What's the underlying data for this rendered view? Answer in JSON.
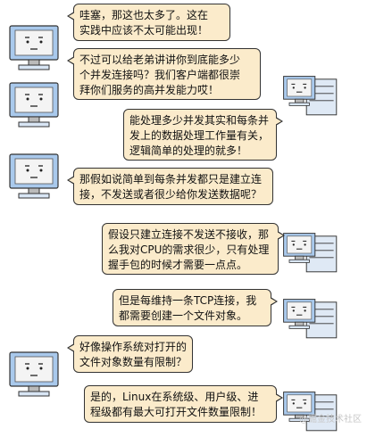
{
  "colors": {
    "bubble_fill": "#fbebcb",
    "monitor_frame": "#a9c9ec",
    "server_fill": "#dfe9f5"
  },
  "messages": [
    {
      "speaker": "client",
      "text": "哇塞，那这也太多了。这在\n实践中应该不太可能出现！"
    },
    {
      "speaker": "client",
      "text": "不过可以给老弟讲讲你到底能多少\n个并发连接吗？我们客户端都很崇\n拜你们服务的高并发能力哎！"
    },
    {
      "speaker": "server",
      "text": "能处理多少并发其实和每条并\n发上的数据处理工作量有关，\n逻辑简单的处理的就多！"
    },
    {
      "speaker": "client",
      "text": "那假如说简单到每条并发都只是建立连\n接，不发送或者很少给你发送数据呢？"
    },
    {
      "speaker": "server",
      "text": "假设只建立连接不发送不接收，那\n么我对CPU的需求很少，只有处理\n握手包的时候才需要一点点。"
    },
    {
      "speaker": "server",
      "text": "但是每维持一条TCP连接，我\n都需要创建一个文件对象。"
    },
    {
      "speaker": "client",
      "text": "好像操作系统对打开的\n文件对象数量有限制？"
    },
    {
      "speaker": "server",
      "text": "是的，Linux在系统级、用户级、进\n程级都有最大可打开文件数量限制！"
    }
  ],
  "avatars": [
    {
      "kind": "monitor-icon"
    },
    {
      "kind": "monitor-icon"
    },
    {
      "kind": "server-icon"
    },
    {
      "kind": "monitor-icon"
    },
    {
      "kind": "server-icon"
    },
    {
      "kind": "server-icon"
    },
    {
      "kind": "monitor-icon"
    },
    {
      "kind": "server-icon"
    }
  ],
  "watermark": "@掘金技术社区"
}
